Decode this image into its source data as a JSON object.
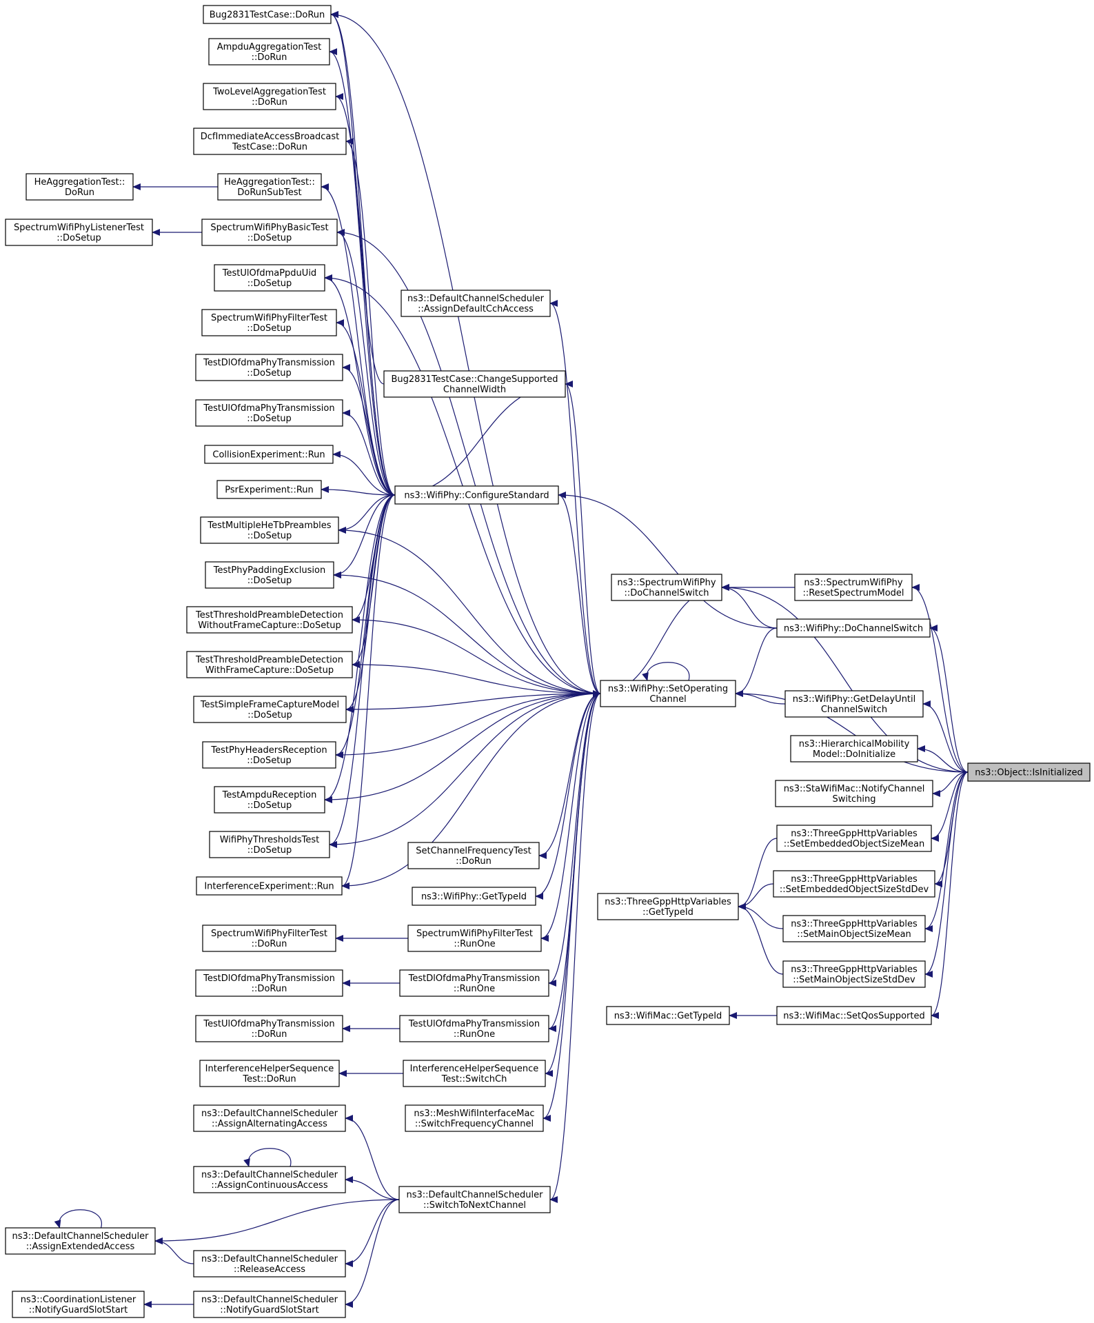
{
  "colors": {
    "edge": "#191970",
    "node_border": "#000000",
    "node_fill": "#ffffff",
    "highlight_fill": "#bfbfbf",
    "text": "#000000"
  },
  "nodes": {
    "bug_dorun": [
      "Bug2831TestCase::DoRun"
    ],
    "ampdu_dorun": [
      "AmpduAggregationTest",
      "::DoRun"
    ],
    "twolevel_dorun": [
      "TwoLevelAggregationTest",
      "::DoRun"
    ],
    "dcf_dorun": [
      "DcfImmediateAccessBroadcast",
      "TestCase::DoRun"
    ],
    "heagg_dorun": [
      "HeAggregationTest::",
      "DoRun"
    ],
    "heagg_subtest": [
      "HeAggregationTest::",
      "DoRunSubTest"
    ],
    "swp_listener": [
      "SpectrumWifiPhyListenerTest",
      "::DoSetup"
    ],
    "swp_basic": [
      "SpectrumWifiPhyBasicTest",
      "::DoSetup"
    ],
    "ulofdma_uid": [
      "TestUlOfdmaPpduUid",
      "::DoSetup"
    ],
    "swp_filter_setup": [
      "SpectrumWifiPhyFilterTest",
      "::DoSetup"
    ],
    "dlofdma_setup": [
      "TestDlOfdmaPhyTransmission",
      "::DoSetup"
    ],
    "ulofdma_setup": [
      "TestUlOfdmaPhyTransmission",
      "::DoSetup"
    ],
    "collision": [
      "CollisionExperiment::Run"
    ],
    "psr": [
      "PsrExperiment::Run"
    ],
    "multiplehe": [
      "TestMultipleHeTbPreambles",
      "::DoSetup"
    ],
    "padding": [
      "TestPhyPaddingExclusion",
      "::DoSetup"
    ],
    "thr_wo": [
      "TestThresholdPreambleDetection",
      "WithoutFrameCapture::DoSetup"
    ],
    "thr_with": [
      "TestThresholdPreambleDetection",
      "WithFrameCapture::DoSetup"
    ],
    "simplecapture": [
      "TestSimpleFrameCaptureModel",
      "::DoSetup"
    ],
    "headers": [
      "TestPhyHeadersReception",
      "::DoSetup"
    ],
    "ampdurecep": [
      "TestAmpduReception",
      "::DoSetup"
    ],
    "thresholds": [
      "WifiPhyThresholdsTest",
      "::DoSetup"
    ],
    "interf_run": [
      "InterferenceExperiment::Run"
    ],
    "swp_filter_dorun": [
      "SpectrumWifiPhyFilterTest",
      "::DoRun"
    ],
    "dlofdma_dorun": [
      "TestDlOfdmaPhyTransmission",
      "::DoRun"
    ],
    "ulofdma_dorun": [
      "TestUlOfdmaPhyTransmission",
      "::DoRun"
    ],
    "interfseq_dorun": [
      "InterferenceHelperSequence",
      "Test::DoRun"
    ],
    "dcs_alternating": [
      "ns3::DefaultChannelScheduler",
      "::AssignAlternatingAccess"
    ],
    "dcs_continuous": [
      "ns3::DefaultChannelScheduler",
      "::AssignContinuousAccess"
    ],
    "dcs_extended": [
      "ns3::DefaultChannelScheduler",
      "::AssignExtendedAccess"
    ],
    "dcs_release": [
      "ns3::DefaultChannelScheduler",
      "::ReleaseAccess"
    ],
    "coord_listener": [
      "ns3::CoordinationListener",
      "::NotifyGuardSlotStart"
    ],
    "dcs_notifyguard": [
      "ns3::DefaultChannelScheduler",
      "::NotifyGuardSlotStart"
    ],
    "dcs_cch": [
      "ns3::DefaultChannelScheduler",
      "::AssignDefaultCchAccess"
    ],
    "bug_changesupp": [
      "Bug2831TestCase::ChangeSupported",
      "ChannelWidth"
    ],
    "configure": [
      "ns3::WifiPhy::ConfigureStandard"
    ],
    "setchanfreq": [
      "SetChannelFrequencyTest",
      "::DoRun"
    ],
    "wifiphy_gettypeid": [
      "ns3::WifiPhy::GetTypeId"
    ],
    "swp_filter_runone": [
      "SpectrumWifiPhyFilterTest",
      "::RunOne"
    ],
    "dlofdma_runone": [
      "TestDlOfdmaPhyTransmission",
      "::RunOne"
    ],
    "ulofdma_runone": [
      "TestUlOfdmaPhyTransmission",
      "::RunOne"
    ],
    "interfseq_switch": [
      "InterferenceHelperSequence",
      "Test::SwitchCh"
    ],
    "mesh_switch": [
      "ns3::MeshWifiInterfaceMac",
      "::SwitchFrequencyChannel"
    ],
    "dcs_switchnext": [
      "ns3::DefaultChannelScheduler",
      "::SwitchToNextChannel"
    ],
    "swp_dochannel": [
      "ns3::SpectrumWifiPhy",
      "::DoChannelSwitch"
    ],
    "setop": [
      "ns3::WifiPhy::SetOperating",
      "Channel"
    ],
    "http_gettypeid": [
      "ns3::ThreeGppHttpVariables",
      "::GetTypeId"
    ],
    "wifimac_gettypeid": [
      "ns3::WifiMac::GetTypeId"
    ],
    "swp_reset": [
      "ns3::SpectrumWifiPhy",
      "::ResetSpectrumModel"
    ],
    "wifiphy_dochannel": [
      "ns3::WifiPhy::DoChannelSwitch"
    ],
    "wifiphy_getdelay": [
      "ns3::WifiPhy::GetDelayUntil",
      "ChannelSwitch"
    ],
    "hier_init": [
      "ns3::HierarchicalMobility",
      "Model::DoInitialize"
    ],
    "sta_notify": [
      "ns3::StaWifiMac::NotifyChannel",
      "Switching"
    ],
    "http_embmean": [
      "ns3::ThreeGppHttpVariables",
      "::SetEmbeddedObjectSizeMean"
    ],
    "http_embstd": [
      "ns3::ThreeGppHttpVariables",
      "::SetEmbeddedObjectSizeStdDev"
    ],
    "http_mainmean": [
      "ns3::ThreeGppHttpVariables",
      "::SetMainObjectSizeMean"
    ],
    "http_mainstd": [
      "ns3::ThreeGppHttpVariables",
      "::SetMainObjectSizeStdDev"
    ],
    "wifimac_setqos": [
      "ns3::WifiMac::SetQosSupported"
    ],
    "isinit": [
      "ns3::Object::IsInitialized"
    ]
  },
  "edges": [
    [
      "heagg_subtest",
      "heagg_dorun"
    ],
    [
      "swp_basic",
      "swp_listener"
    ],
    [
      "configure",
      "bug_dorun"
    ],
    [
      "configure",
      "ampdu_dorun"
    ],
    [
      "configure",
      "twolevel_dorun"
    ],
    [
      "configure",
      "dcf_dorun"
    ],
    [
      "configure",
      "heagg_subtest"
    ],
    [
      "configure",
      "swp_basic"
    ],
    [
      "configure",
      "ulofdma_uid"
    ],
    [
      "configure",
      "swp_filter_setup"
    ],
    [
      "configure",
      "dlofdma_setup"
    ],
    [
      "configure",
      "ulofdma_setup"
    ],
    [
      "configure",
      "collision"
    ],
    [
      "configure",
      "psr"
    ],
    [
      "configure",
      "multiplehe"
    ],
    [
      "configure",
      "padding"
    ],
    [
      "configure",
      "thr_wo"
    ],
    [
      "configure",
      "thr_with"
    ],
    [
      "configure",
      "simplecapture"
    ],
    [
      "configure",
      "headers"
    ],
    [
      "configure",
      "ampdurecep"
    ],
    [
      "configure",
      "thresholds"
    ],
    [
      "configure",
      "interf_run"
    ],
    [
      "configure",
      "bug_changesupp"
    ],
    [
      "configure",
      "setop"
    ],
    [
      "bug_changesupp",
      "bug_dorun"
    ],
    [
      "swp_filter_runone",
      "swp_filter_dorun"
    ],
    [
      "dlofdma_runone",
      "dlofdma_dorun"
    ],
    [
      "ulofdma_runone",
      "ulofdma_dorun"
    ],
    [
      "interfseq_switch",
      "interfseq_dorun"
    ],
    [
      "dcs_switchnext",
      "dcs_alternating"
    ],
    [
      "dcs_switchnext",
      "dcs_continuous"
    ],
    [
      "dcs_switchnext",
      "dcs_extended"
    ],
    [
      "dcs_switchnext",
      "dcs_release"
    ],
    [
      "dcs_switchnext",
      "dcs_notifyguard"
    ],
    [
      "dcs_continuous",
      "dcs_continuous"
    ],
    [
      "dcs_extended",
      "dcs_extended"
    ],
    [
      "dcs_release",
      "dcs_extended"
    ],
    [
      "dcs_notifyguard",
      "coord_listener"
    ],
    [
      "setop",
      "bug_dorun"
    ],
    [
      "setop",
      "ulofdma_uid"
    ],
    [
      "setop",
      "swp_basic"
    ],
    [
      "setop",
      "dcs_cch"
    ],
    [
      "setop",
      "bug_changesupp"
    ],
    [
      "setop",
      "multiplehe"
    ],
    [
      "setop",
      "padding"
    ],
    [
      "setop",
      "thr_wo"
    ],
    [
      "setop",
      "thr_with"
    ],
    [
      "setop",
      "simplecapture"
    ],
    [
      "setop",
      "headers"
    ],
    [
      "setop",
      "ampdurecep"
    ],
    [
      "setop",
      "thresholds"
    ],
    [
      "setop",
      "interf_run"
    ],
    [
      "setop",
      "setchanfreq"
    ],
    [
      "setop",
      "wifiphy_gettypeid"
    ],
    [
      "setop",
      "swp_filter_runone"
    ],
    [
      "setop",
      "dlofdma_runone"
    ],
    [
      "setop",
      "ulofdma_runone"
    ],
    [
      "setop",
      "interfseq_switch"
    ],
    [
      "setop",
      "mesh_switch"
    ],
    [
      "setop",
      "dcs_switchnext"
    ],
    [
      "setop",
      "setop"
    ],
    [
      "setop",
      "swp_dochannel"
    ],
    [
      "swp_reset",
      "swp_dochannel"
    ],
    [
      "wifiphy_dochannel",
      "swp_dochannel"
    ],
    [
      "wifiphy_dochannel",
      "setop"
    ],
    [
      "wifiphy_dochannel",
      "configure"
    ],
    [
      "wifiphy_getdelay",
      "setop"
    ],
    [
      "http_embmean",
      "http_gettypeid"
    ],
    [
      "http_embstd",
      "http_gettypeid"
    ],
    [
      "http_mainmean",
      "http_gettypeid"
    ],
    [
      "http_mainstd",
      "http_gettypeid"
    ],
    [
      "wifimac_setqos",
      "wifimac_gettypeid"
    ],
    [
      "isinit",
      "swp_dochannel"
    ],
    [
      "isinit",
      "swp_reset"
    ],
    [
      "isinit",
      "wifiphy_dochannel"
    ],
    [
      "isinit",
      "setop"
    ],
    [
      "isinit",
      "wifiphy_getdelay"
    ],
    [
      "isinit",
      "hier_init"
    ],
    [
      "isinit",
      "sta_notify"
    ],
    [
      "isinit",
      "http_embmean"
    ],
    [
      "isinit",
      "http_embstd"
    ],
    [
      "isinit",
      "http_mainmean"
    ],
    [
      "isinit",
      "http_mainstd"
    ],
    [
      "isinit",
      "wifimac_setqos"
    ]
  ]
}
